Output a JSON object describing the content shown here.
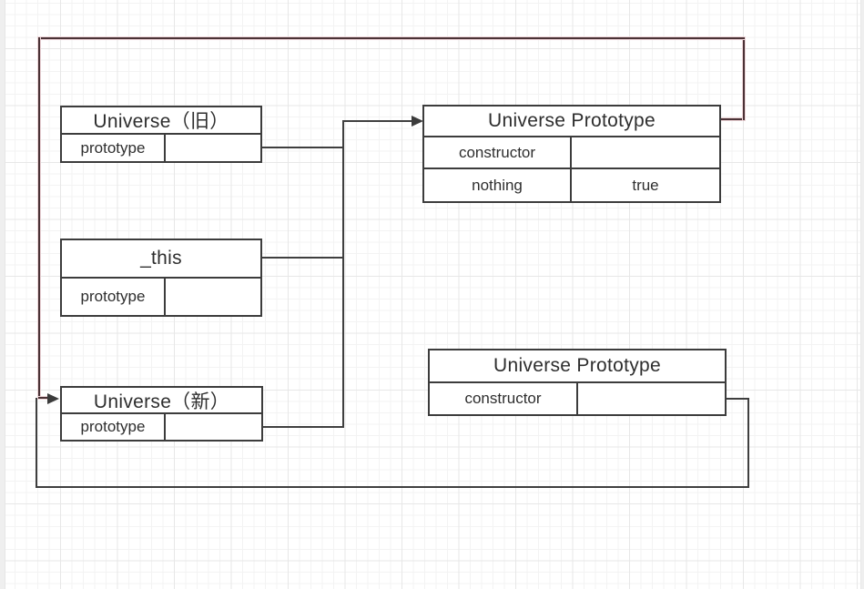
{
  "canvas": {
    "background": "#ffffff",
    "grid_minor_color": "#f3f3f3",
    "grid_major_color": "#e7e7e7"
  },
  "colors": {
    "shape_border": "#3c3c3c",
    "text": "#2e2e2e",
    "connector": "#3f3f3f",
    "connector_highlight_core": "#4a3236",
    "connector_highlight_glow": "#eed6d9"
  },
  "shapes": {
    "universe_old": {
      "title": "Universe（旧）",
      "rows": [
        {
          "key": "prototype",
          "value": ""
        }
      ]
    },
    "universe_proto_top": {
      "title": "Universe Prototype",
      "rows": [
        {
          "key": "constructor",
          "value": ""
        },
        {
          "key": "nothing",
          "value": "true"
        }
      ]
    },
    "this_obj": {
      "title": "_this",
      "rows": [
        {
          "key": "prototype",
          "value": ""
        }
      ]
    },
    "universe_new": {
      "title": "Universe（新）",
      "rows": [
        {
          "key": "prototype",
          "value": ""
        }
      ]
    },
    "universe_proto_bottom": {
      "title": "Universe Prototype",
      "rows": [
        {
          "key": "constructor",
          "value": ""
        }
      ]
    }
  },
  "connectors": [
    {
      "name": "old-prototype-to-top-proto",
      "from": "Universe（旧）.prototype",
      "to": "Universe Prototype (top)",
      "style": "black-arrow"
    },
    {
      "name": "this-prototype-to-top-proto",
      "from": "_this.prototype",
      "to": "Universe Prototype (top)",
      "style": "black-arrow"
    },
    {
      "name": "new-prototype-to-top-proto",
      "from": "Universe（新）.prototype",
      "to": "Universe Prototype (top)",
      "style": "black-arrow"
    },
    {
      "name": "top-proto-to-universe-new",
      "from": "Universe Prototype (top)",
      "to": "Universe（新）",
      "style": "red-highlight-arrow"
    },
    {
      "name": "bottom-proto-constructor-to-universe-new",
      "from": "Universe Prototype (bottom).constructor",
      "to": "Universe（新）",
      "style": "black-arrow"
    }
  ]
}
